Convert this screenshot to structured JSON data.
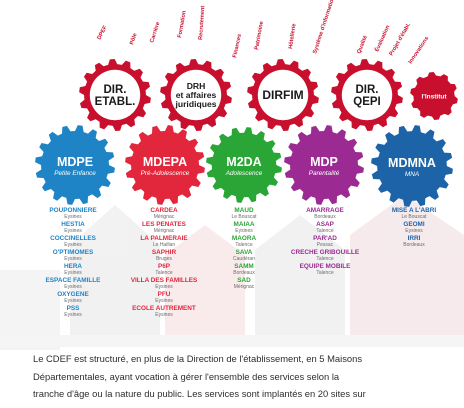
{
  "colors": {
    "dir": "#c8102e",
    "mdpe": "#1f84c6",
    "mdepa": "#e2263c",
    "m2da": "#2aa636",
    "mdp": "#9b2a93",
    "mdmna": "#1d63a8"
  },
  "top_gears": [
    {
      "label": "DIR.\nETABL.",
      "words": [
        "DPEF",
        "Pôle",
        "Carrière"
      ]
    },
    {
      "label": "DRH\net affaires\njuridiques",
      "words": [
        "Formation",
        "Recrutement"
      ]
    },
    {
      "label": "DIRFIM",
      "words": [
        "Finances",
        "Patrimoine",
        "Hôtellerie",
        "Système d'information"
      ]
    },
    {
      "label": "DIR.\nQEPI",
      "words": [
        "Qualité",
        "Évaluation",
        "Projet d'établ.",
        "Innovations"
      ]
    },
    {
      "label": "l'Institut",
      "words": []
    }
  ],
  "maisons": [
    {
      "title": "MDPE",
      "subtitle": "Petite Enfance",
      "color": "#1f84c6",
      "services": [
        {
          "name": "POUPONNIERE",
          "place": "Eysines"
        },
        {
          "name": "HESTIA",
          "place": "Eysines"
        },
        {
          "name": "COCCINELLES",
          "place": "Eysines"
        },
        {
          "name": "O'PTIMOMES",
          "place": "Eysines"
        },
        {
          "name": "HERA",
          "place": "Eysines"
        },
        {
          "name": "ESPACE FAMILLE",
          "place": "Eysines"
        },
        {
          "name": "OXYGENE",
          "place": "Eysines"
        },
        {
          "name": "PSS",
          "place": "Eysines"
        }
      ]
    },
    {
      "title": "MDEPA",
      "subtitle": "Pré-Adolescence",
      "color": "#e2263c",
      "services": [
        {
          "name": "CARDEA",
          "place": "Mérignac"
        },
        {
          "name": "LES PENATES",
          "place": "Mérignac"
        },
        {
          "name": "LA PALMERAIE",
          "place": "Le Haillan"
        },
        {
          "name": "SAPHIR",
          "place": "Bruges"
        },
        {
          "name": "P6P",
          "place": "Talence"
        },
        {
          "name": "VILLA DES FAMILLES",
          "place": "Eysines"
        },
        {
          "name": "PFU",
          "place": "Eysines"
        },
        {
          "name": "ECOLE AUTREMENT",
          "place": "Eysines"
        }
      ]
    },
    {
      "title": "M2DA",
      "subtitle": "Adolescence",
      "color": "#2aa636",
      "services": [
        {
          "name": "MAUD",
          "place": "Le Bouscat"
        },
        {
          "name": "MAIAA",
          "place": "Eysines"
        },
        {
          "name": "MAORA",
          "place": "Talence"
        },
        {
          "name": "SAVA",
          "place": "Caudéran"
        },
        {
          "name": "SAMM",
          "place": "Bordeaux"
        },
        {
          "name": "SAD",
          "place": "Mérignac"
        }
      ]
    },
    {
      "title": "MDP",
      "subtitle": "Parentalité",
      "color": "#9b2a93",
      "services": [
        {
          "name": "AMARRAGE",
          "place": "Bordeaux"
        },
        {
          "name": "ASAP",
          "place": "Talence"
        },
        {
          "name": "PAR'AD",
          "place": "Pessac"
        },
        {
          "name": "CRECHE GRIBOUILLE",
          "place": "Talence"
        },
        {
          "name": "EQUIPE MOBILE",
          "place": "Talence"
        }
      ]
    },
    {
      "title": "MDMNA",
      "subtitle": "MNA",
      "color": "#1d63a8",
      "services": [
        {
          "name": "MISE A L'ABRI",
          "place": "Le Bouscat"
        },
        {
          "name": "GEOMI",
          "place": "Eysines"
        },
        {
          "name": "IRRI",
          "place": "Bordeaux"
        }
      ]
    }
  ],
  "paragraph": [
    "Le CDEF est structuré, en plus de la Direction de l'établissement, en 5 Maisons",
    "Départementales, ayant vocation à gérer l'ensemble des services selon la",
    "tranche d'âge ou la nature du public. Les services sont implantés en 20 sites sur"
  ]
}
